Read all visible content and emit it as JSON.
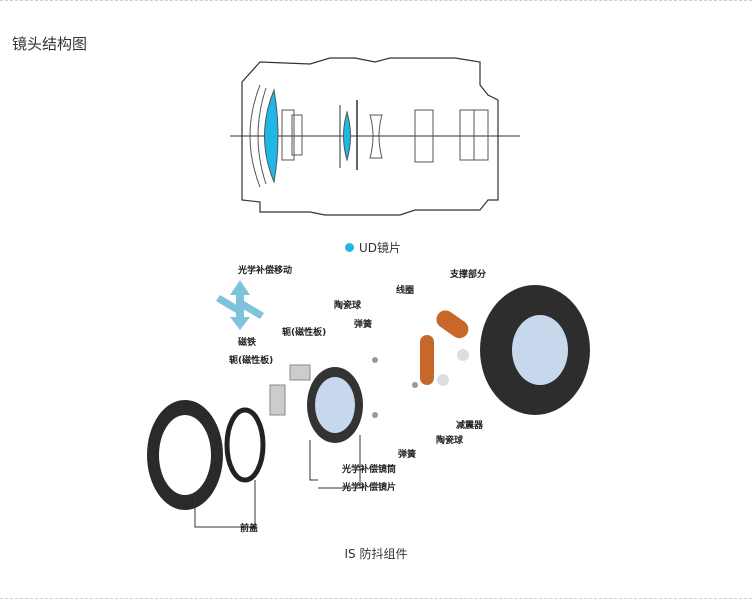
{
  "section_title": "镜头结构图",
  "lens_diagram": {
    "legend_label": "UD镜片",
    "ud_color": "#1fb8e6"
  },
  "is_diagram": {
    "labels": {
      "movement": "光学补偿移动",
      "support": "支撑部分",
      "coil": "线圈",
      "ceramic_ball_top": "陶瓷球",
      "spring_top": "弹簧",
      "yoke_top": "轭(磁性板)",
      "magnet": "磁铁",
      "yoke_left": "轭(磁性板)",
      "damper": "减震器",
      "ceramic_ball_bottom": "陶瓷球",
      "spring_bottom": "弹簧",
      "barrel": "光学补偿镜筒",
      "lens": "光学补偿镜片",
      "front_cover": "前盖"
    },
    "caption": "IS 防抖组件"
  }
}
